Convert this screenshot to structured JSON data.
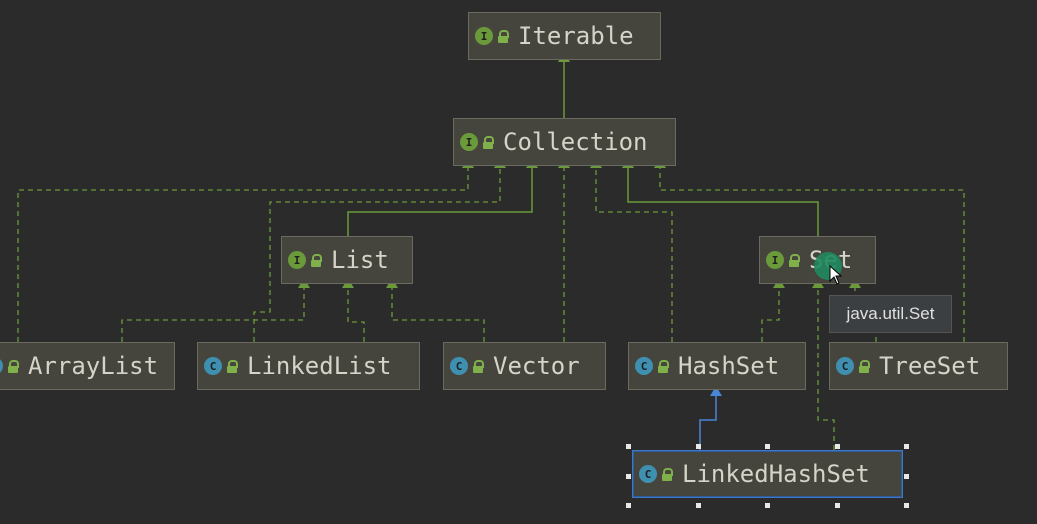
{
  "diagram": {
    "nodes": [
      {
        "id": "iterable",
        "label": "Iterable",
        "kind": "interface",
        "badge": "I"
      },
      {
        "id": "collection",
        "label": "Collection",
        "kind": "interface",
        "badge": "I"
      },
      {
        "id": "list",
        "label": "List",
        "kind": "interface",
        "badge": "I"
      },
      {
        "id": "set",
        "label": "Set",
        "kind": "interface",
        "badge": "I"
      },
      {
        "id": "arraylist",
        "label": "ArrayList",
        "kind": "class",
        "badge": "C"
      },
      {
        "id": "linkedlist",
        "label": "LinkedList",
        "kind": "class",
        "badge": "C"
      },
      {
        "id": "vector",
        "label": "Vector",
        "kind": "class",
        "badge": "C"
      },
      {
        "id": "hashset",
        "label": "HashSet",
        "kind": "class",
        "badge": "C"
      },
      {
        "id": "treeset",
        "label": "TreeSet",
        "kind": "class",
        "badge": "C"
      },
      {
        "id": "linkedhashset",
        "label": "LinkedHashSet",
        "kind": "class",
        "badge": "C"
      }
    ],
    "edges": [
      {
        "from": "collection",
        "to": "iterable",
        "type": "extends"
      },
      {
        "from": "list",
        "to": "collection",
        "type": "extends"
      },
      {
        "from": "set",
        "to": "collection",
        "type": "extends"
      },
      {
        "from": "arraylist",
        "to": "collection",
        "type": "implements"
      },
      {
        "from": "arraylist",
        "to": "list",
        "type": "implements"
      },
      {
        "from": "linkedlist",
        "to": "collection",
        "type": "implements"
      },
      {
        "from": "linkedlist",
        "to": "list",
        "type": "implements"
      },
      {
        "from": "vector",
        "to": "collection",
        "type": "implements"
      },
      {
        "from": "vector",
        "to": "list",
        "type": "implements"
      },
      {
        "from": "hashset",
        "to": "collection",
        "type": "implements"
      },
      {
        "from": "hashset",
        "to": "set",
        "type": "implements"
      },
      {
        "from": "treeset",
        "to": "collection",
        "type": "implements"
      },
      {
        "from": "treeset",
        "to": "set",
        "type": "implements"
      },
      {
        "from": "linkedhashset",
        "to": "hashset",
        "type": "extends-class"
      },
      {
        "from": "linkedhashset",
        "to": "set",
        "type": "implements"
      }
    ],
    "selected": "linkedhashset",
    "tooltip": "java.util.Set",
    "colors": {
      "background": "#2b2b2b",
      "node_fill": "#45443d",
      "interface_edge": "#6a9a3a",
      "class_edge": "#4a86d6",
      "interface_badge": "#6a9a3a",
      "class_badge": "#3f8fb1"
    }
  }
}
